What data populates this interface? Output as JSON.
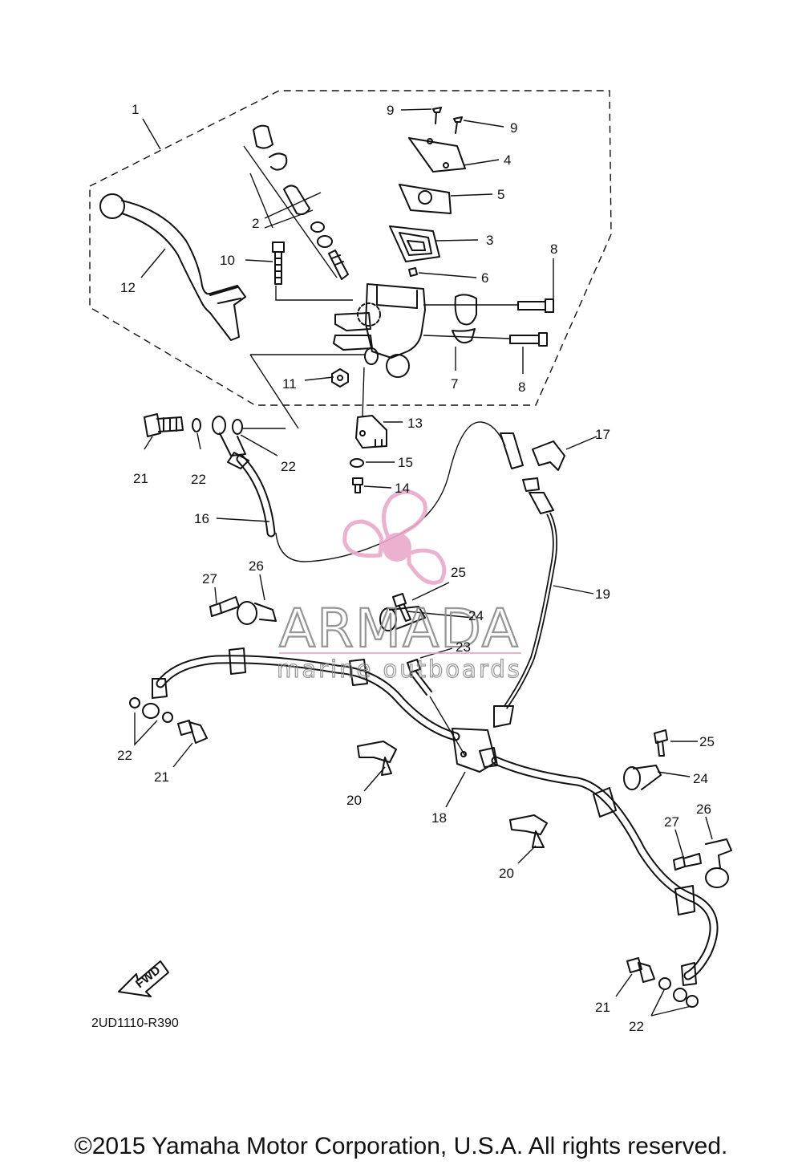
{
  "diagram_code": "2UD1110-R390",
  "copyright": "©2015 Yamaha Motor Corporation, U.S.A. All rights reserved.",
  "fwd_label": "FWD",
  "watermark": {
    "brand": "ARMADA",
    "tagline": "marine outboards",
    "accent_color": "#e9a9c9",
    "text_color": "#8a8a8a"
  },
  "callouts": {
    "c1": "1",
    "c2": "2",
    "c3": "3",
    "c4": "4",
    "c5": "5",
    "c6": "6",
    "c7": "7",
    "c8a": "8",
    "c8b": "8",
    "c9a": "9",
    "c9b": "9",
    "c10": "10",
    "c11": "11",
    "c12": "12",
    "c13": "13",
    "c14": "14",
    "c15": "15",
    "c16": "16",
    "c17": "17",
    "c18": "18",
    "c19": "19",
    "c20a": "20",
    "c20b": "20",
    "c21a": "21",
    "c21b": "21",
    "c21c": "21",
    "c22a": "22",
    "c22b": "22",
    "c22c": "22",
    "c22d": "22",
    "c23": "23",
    "c24a": "24",
    "c24b": "24",
    "c25a": "25",
    "c25b": "25",
    "c26a": "26",
    "c26b": "26",
    "c27a": "27",
    "c27b": "27"
  }
}
